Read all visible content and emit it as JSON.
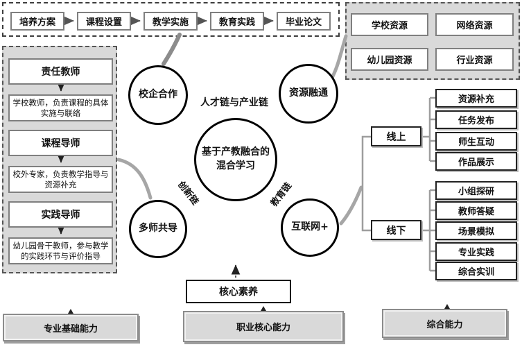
{
  "top_flow": {
    "steps": [
      "培养方案",
      "课程设置",
      "教学实施",
      "教育实践",
      "毕业论文"
    ]
  },
  "resources": {
    "items": [
      "学校资源",
      "网络资源",
      "幼儿园资源",
      "行业资源"
    ]
  },
  "mentors": {
    "groups": [
      {
        "title": "责任教师",
        "desc": "学校教师，负责课程的具体实施与联络"
      },
      {
        "title": "课程导师",
        "desc": "校外专家，负责教学指导与资源补充"
      },
      {
        "title": "实践导师",
        "desc": "幼儿园骨干教师，参与教学的实践环节与评价指导"
      }
    ]
  },
  "hub": {
    "line1": "基于产教融合的",
    "line2": "混合学习"
  },
  "satellites": {
    "top_left": "校企合作",
    "top_right": "资源融通",
    "bottom_left": "多师共导",
    "bottom_right": "互联网+"
  },
  "chains": {
    "top": "人才链与产业链",
    "left": "创新链",
    "right": "教育链"
  },
  "online": {
    "label": "线上",
    "items": [
      "资源补充",
      "任务发布",
      "师生互动",
      "作品展示"
    ]
  },
  "offline": {
    "label": "线下",
    "items": [
      "小组探研",
      "教师答疑",
      "场景模拟",
      "专业实践",
      "综合实训"
    ]
  },
  "core_box": {
    "label": "核心素养"
  },
  "abilities": {
    "items": [
      "专业基础能力",
      "职业核心能力",
      "综合能力"
    ]
  },
  "colors": {
    "panel_gray": "#d9d9d9",
    "connector_gray": "#a6a6a6",
    "box_border_gray": "#7f7f7f"
  }
}
